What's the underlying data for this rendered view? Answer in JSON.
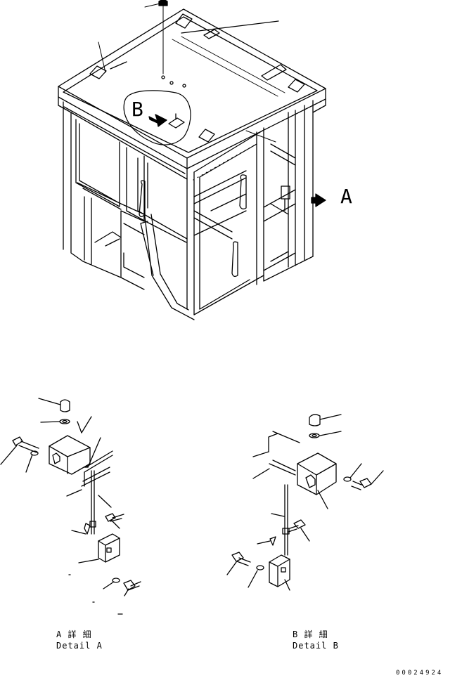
{
  "callouts": {
    "view_a": "A",
    "view_b": "B"
  },
  "detail_a": {
    "caption_jp": "A 詳 細",
    "caption_en": "Detail A"
  },
  "detail_b": {
    "caption_jp": "B 詳 細",
    "caption_en": "Detail B"
  },
  "drawing_number": "00024924"
}
